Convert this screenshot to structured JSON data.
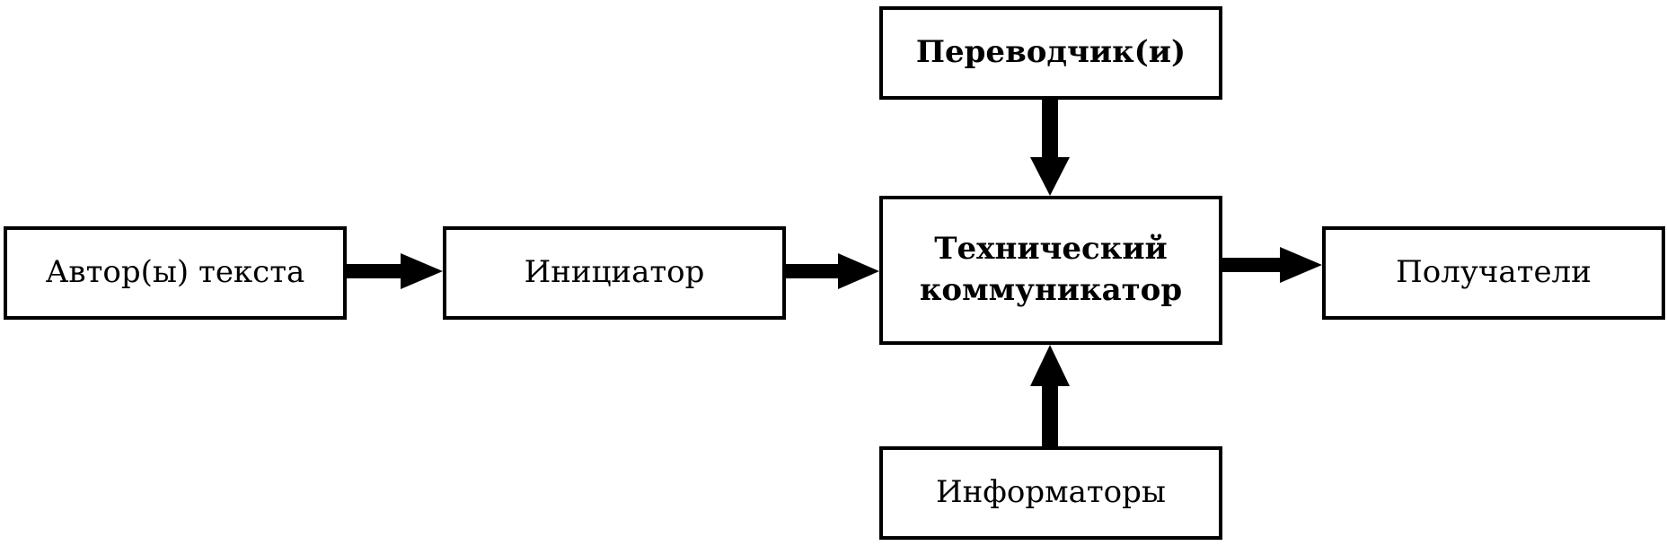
{
  "nodes": {
    "author": "Автор(ы) текста",
    "initiator": "Инициатор",
    "technical_communicator": [
      "Технический",
      "коммуникатор"
    ],
    "recipients": "Получатели",
    "translator": "Переводчик(и)",
    "informants": "Информаторы"
  },
  "colors": {
    "stroke": "#000000",
    "background": "#ffffff"
  }
}
